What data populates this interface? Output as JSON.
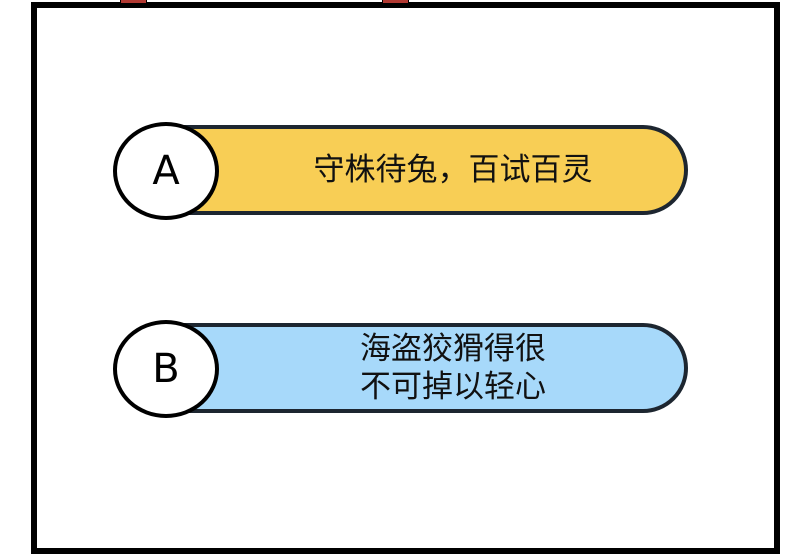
{
  "colors": {
    "option_a": "#F8CE55",
    "option_b": "#A7D9FA"
  },
  "options": [
    {
      "letter": "A",
      "lines": [
        "守株待兔，百试百灵"
      ]
    },
    {
      "letter": "B",
      "lines": [
        "海盗狡猾得很",
        "不可掉以轻心"
      ]
    }
  ]
}
